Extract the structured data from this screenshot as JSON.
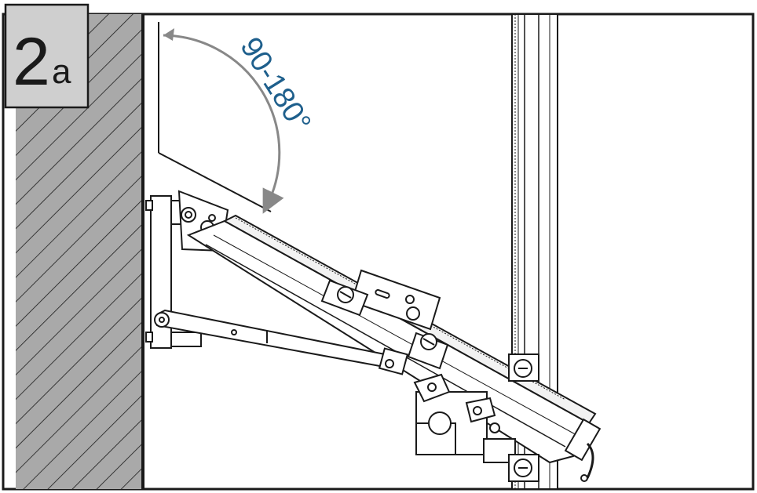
{
  "step": {
    "number": "2",
    "suffix": "a"
  },
  "angle_label": "90-180°",
  "colors": {
    "outline": "#1a1a1a",
    "wall_fill": "#a9a9a9",
    "badge_fill": "#cfcfcf",
    "angle_text": "#1e5f8c",
    "arrow": "#888888",
    "part_fill": "#ffffff"
  }
}
